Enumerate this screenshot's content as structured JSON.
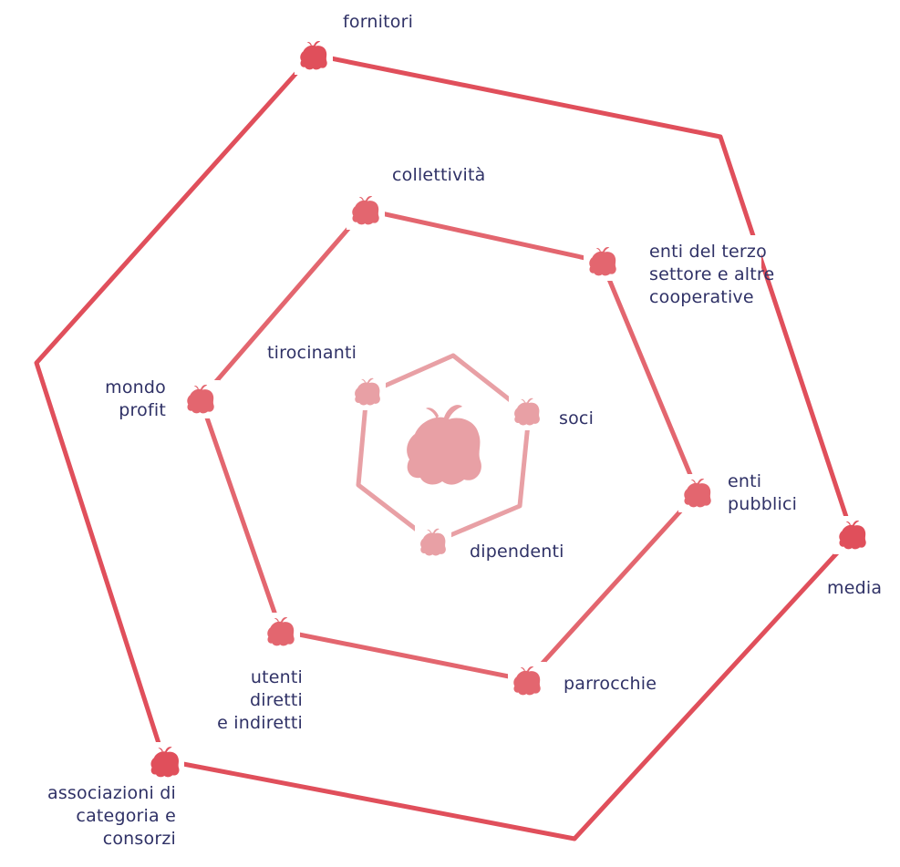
{
  "colors": {
    "outer": "#e04f5b",
    "middle": "#e3666f",
    "inner": "#e8a0a5",
    "text": "#2f3166",
    "background": "#ffffff"
  },
  "icon": "apple-icon",
  "rings": {
    "outer": {
      "nodes": [
        {
          "id": "fornitori",
          "lines": [
            "fornitori"
          ]
        },
        {
          "id": "media",
          "lines": [
            "media"
          ]
        },
        {
          "id": "associazioni",
          "lines": [
            "associazioni di",
            "categoria e",
            "consorzi"
          ]
        }
      ],
      "boundary_labels": [
        {
          "id": "enti-terzo-settore",
          "lines": [
            "enti del terzo",
            "settore e altre",
            "cooperative"
          ]
        }
      ]
    },
    "middle": {
      "nodes": [
        {
          "id": "collettivita",
          "lines": [
            "collettività"
          ]
        },
        {
          "id": "enti-pubblici",
          "lines": [
            "enti",
            "pubblici"
          ]
        },
        {
          "id": "parrocchie",
          "lines": [
            "parrocchie"
          ]
        },
        {
          "id": "utenti",
          "lines": [
            "utenti",
            "diretti",
            "e indiretti"
          ]
        },
        {
          "id": "mondo-profit",
          "lines": [
            "mondo",
            "profit"
          ]
        },
        {
          "id": "terzo-settore-node",
          "lines": []
        }
      ]
    },
    "inner": {
      "nodes": [
        {
          "id": "tirocinanti",
          "lines": [
            "tirocinanti"
          ]
        },
        {
          "id": "soci",
          "lines": [
            "soci"
          ]
        },
        {
          "id": "dipendenti",
          "lines": [
            "dipendenti"
          ]
        }
      ]
    }
  }
}
